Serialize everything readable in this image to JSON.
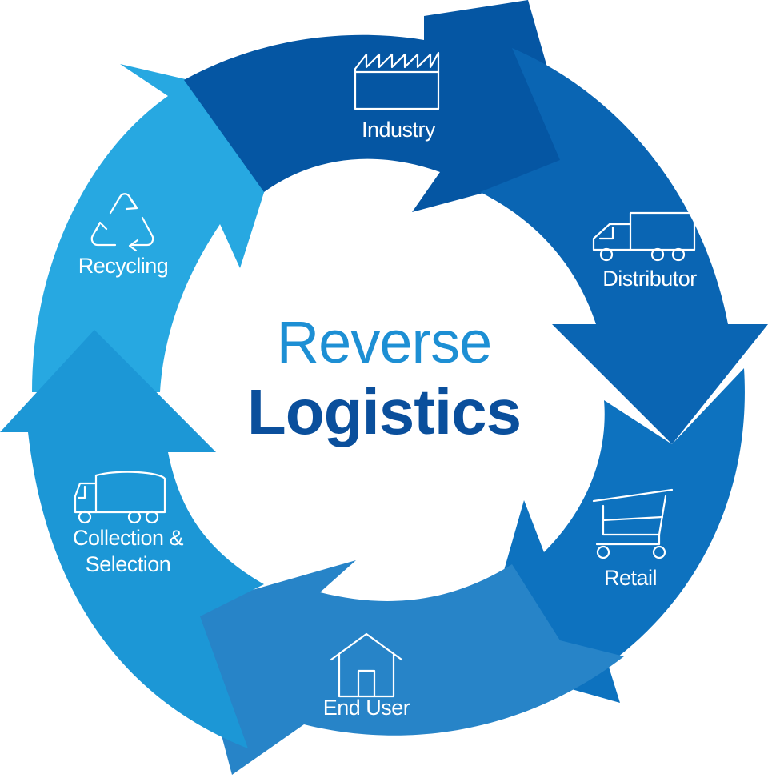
{
  "center": {
    "line1": "Reverse",
    "line2": "Logistics"
  },
  "stages": [
    {
      "label": "Industry",
      "icon": "factory-icon",
      "color": "#0556a3"
    },
    {
      "label": "Distributor",
      "icon": "truck-icon",
      "color": "#0a65b3"
    },
    {
      "label": "Retail",
      "icon": "shopping-cart-icon",
      "color": "#0d72bf"
    },
    {
      "label": "End User",
      "icon": "house-icon",
      "color": "#2784c8"
    },
    {
      "label": "Collection & Selection",
      "icon": "garbage-truck-icon",
      "color": "#1c97d6"
    },
    {
      "label": "Recycling",
      "icon": "recycle-icon",
      "color": "#27a8e1"
    }
  ],
  "colors": {
    "center_line1": "#1d8fd4",
    "center_line2": "#0a4f9c"
  }
}
